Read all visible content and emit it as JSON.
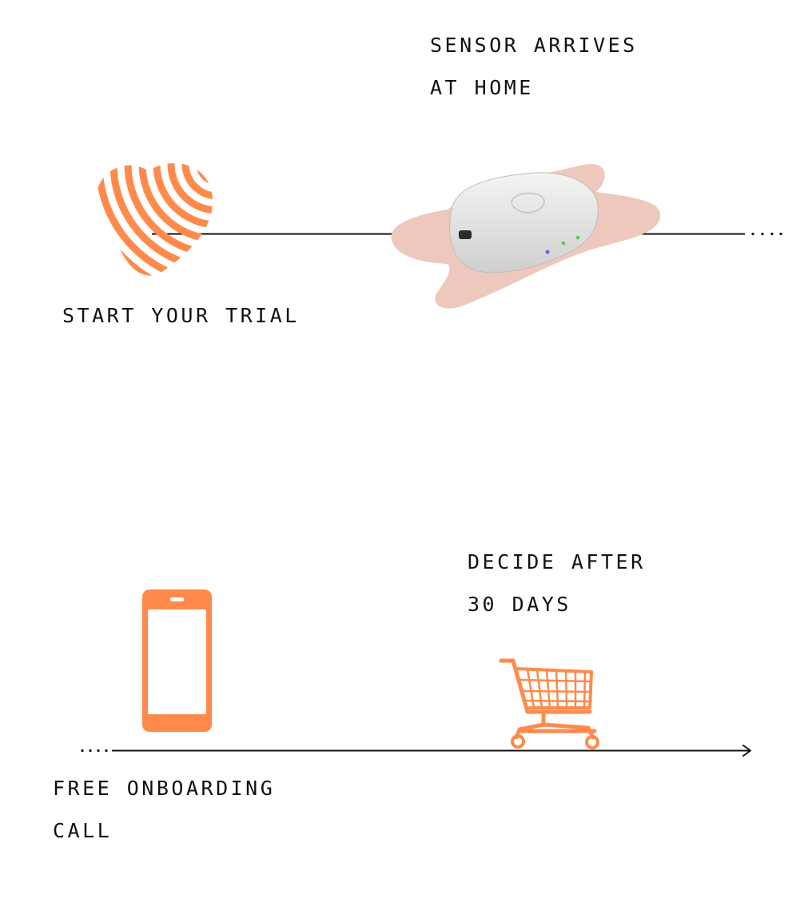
{
  "steps": {
    "start_trial": {
      "line1": "START YOUR TRIAL",
      "icon": "striped-heart-logo-icon"
    },
    "sensor_arrives": {
      "line1": "SENSOR ARRIVES",
      "line2": "AT HOME",
      "icon": "sensor-patch-device"
    },
    "decide": {
      "line1": "DECIDE AFTER",
      "line2": "30 DAYS",
      "icon": "shopping-cart-icon"
    },
    "onboarding": {
      "line1": "FREE ONBOARDING",
      "line2": "CALL",
      "icon": "smartphone-icon"
    }
  },
  "colors": {
    "accent": "#ff8a4c",
    "line": "#111111",
    "patch": "#eec8bd",
    "device": "#e6e6e4"
  }
}
